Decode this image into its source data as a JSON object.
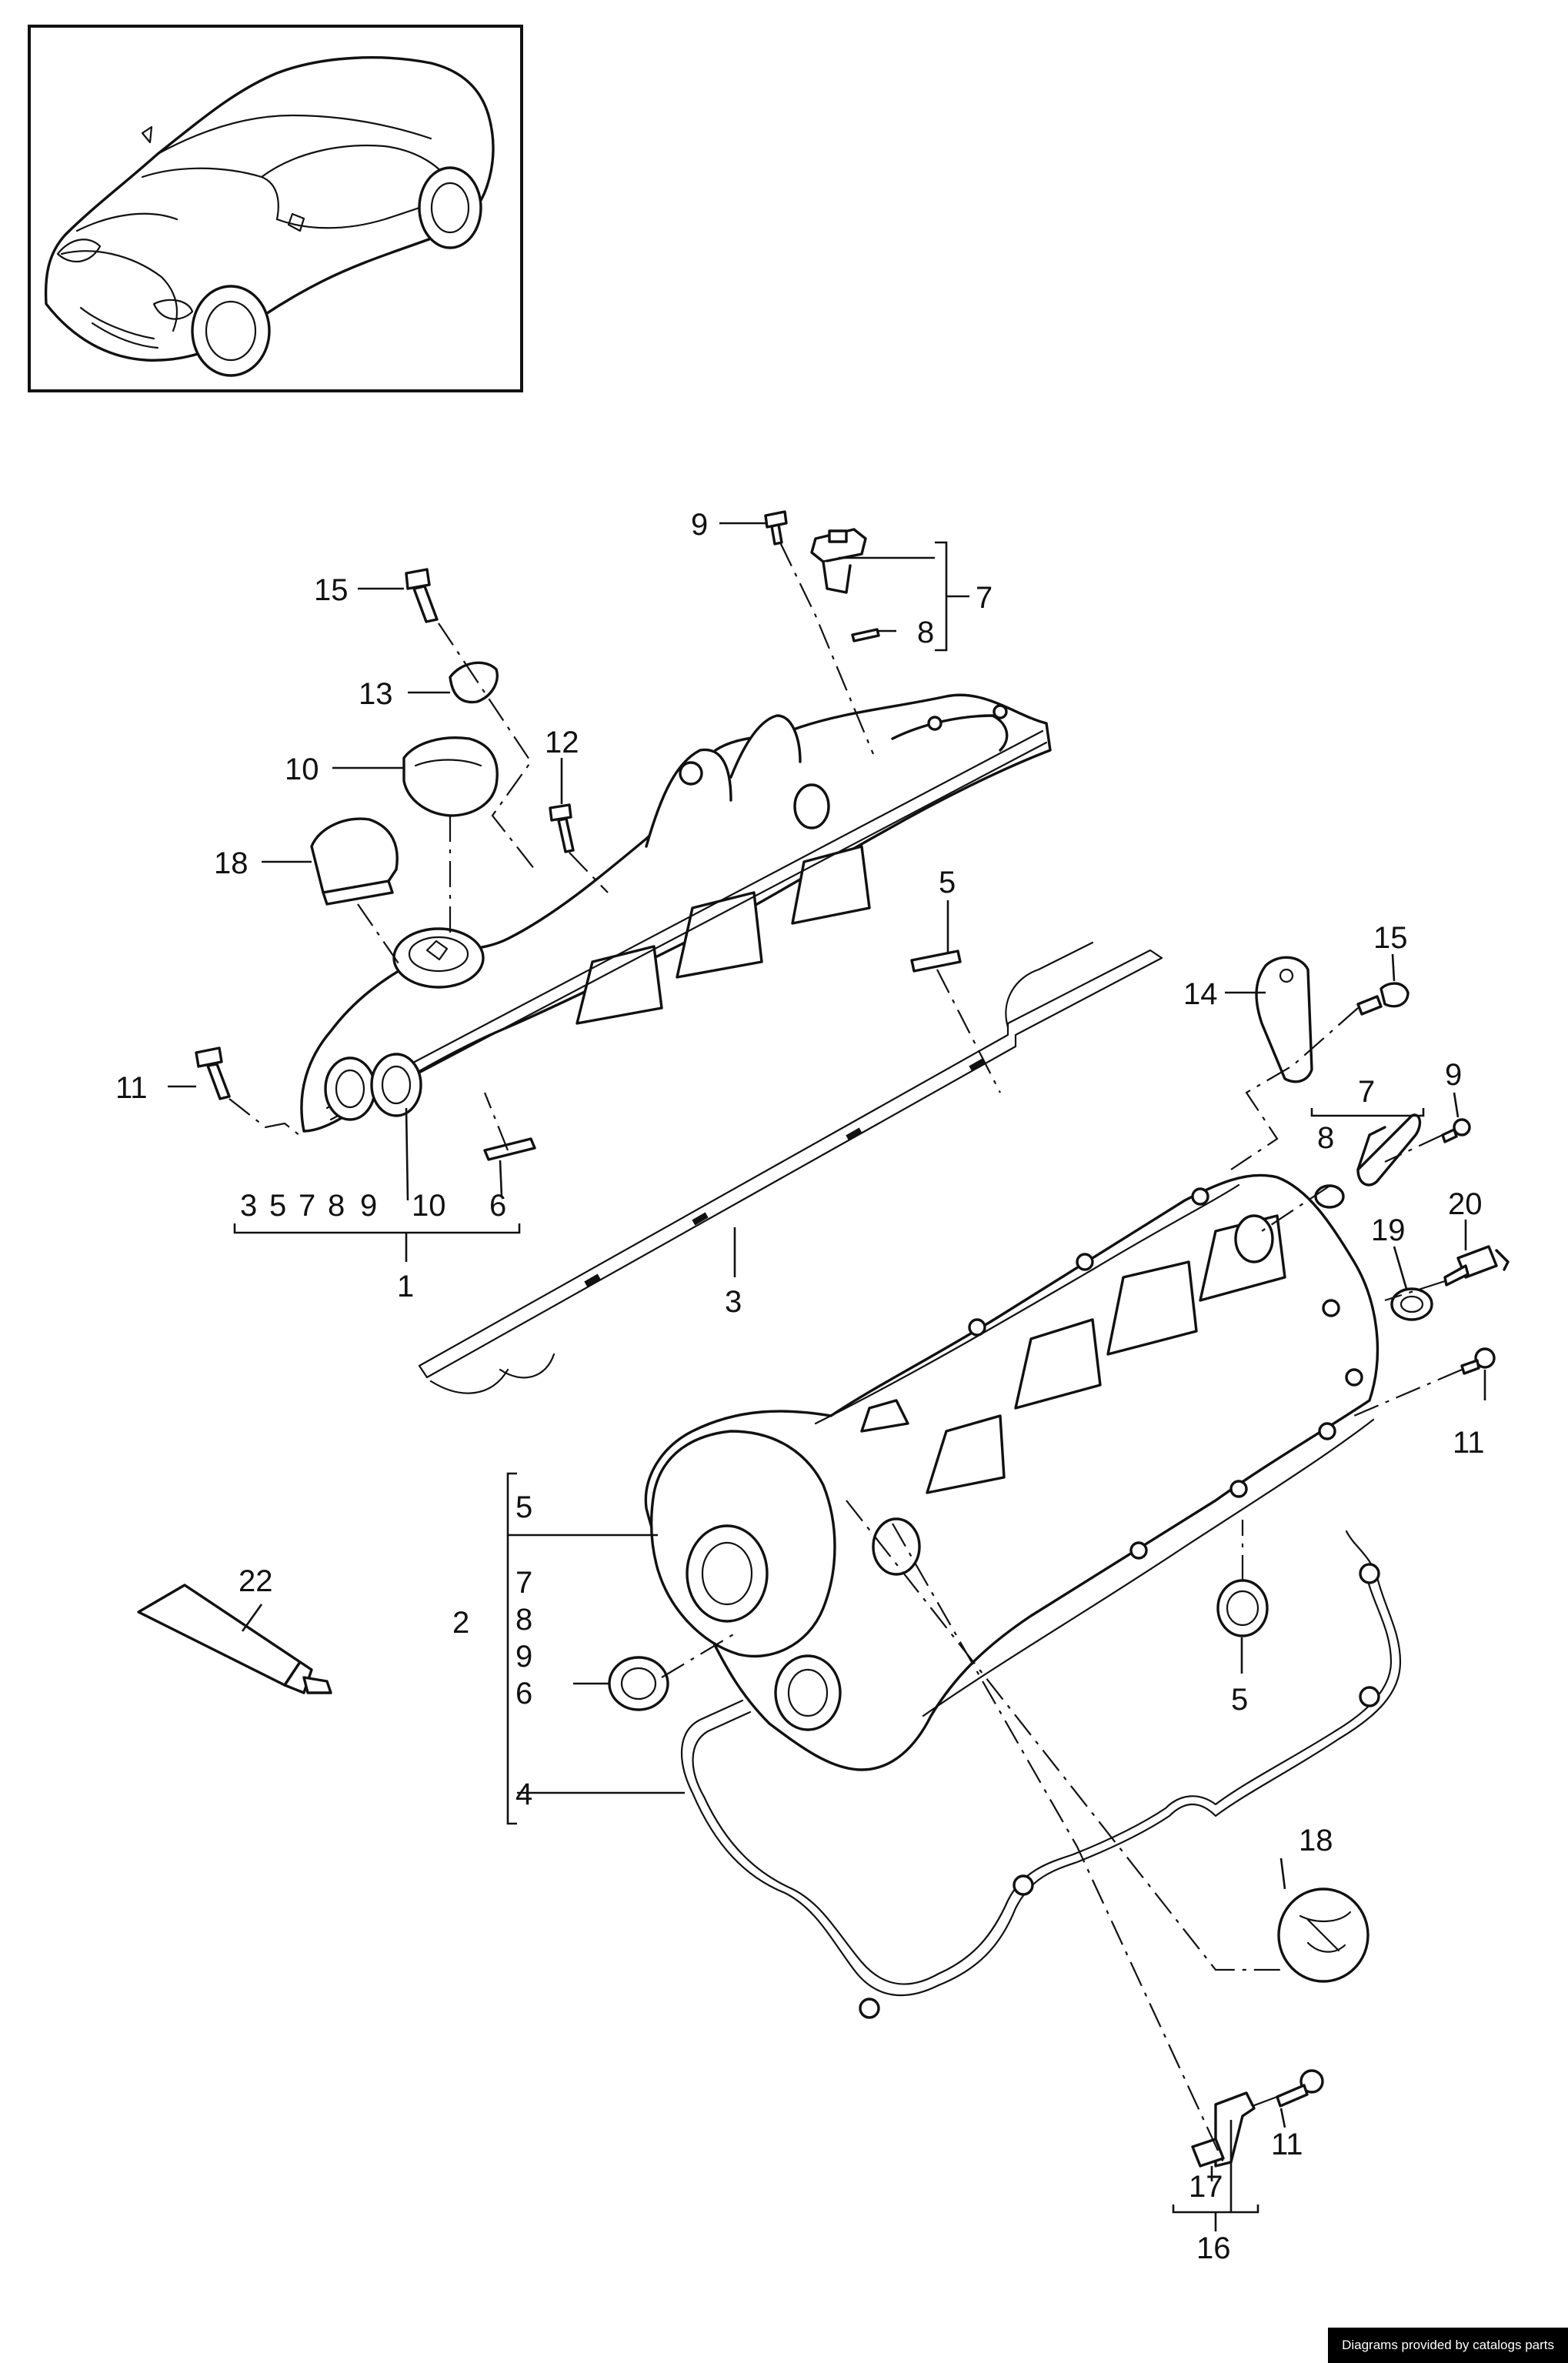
{
  "callouts": {
    "n1": "1",
    "n2": "2",
    "n3": "3",
    "n4": "4",
    "n5a": "5",
    "n5b": "5",
    "n5c": "5",
    "n6a": "6",
    "n6b": "6",
    "n7a": "7",
    "n7b": "7",
    "n7c": "7",
    "n8a": "8",
    "n8b": "8",
    "n8c": "8",
    "n9a": "9",
    "n9b": "9",
    "n9c": "9",
    "n10a": "10",
    "n10b": "10",
    "n11a": "11",
    "n11b": "11",
    "n11c": "11",
    "n12": "12",
    "n13": "13",
    "n14": "14",
    "n15a": "15",
    "n15b": "15",
    "n16": "16",
    "n17": "17",
    "n18a": "18",
    "n18b": "18",
    "n19": "19",
    "n20": "20",
    "n22": "22",
    "g1_3": "3",
    "g1_5": "5",
    "g1_7": "7",
    "g1_8": "8",
    "g1_9": "9"
  },
  "credit": "Diagrams provided by catalogs parts"
}
